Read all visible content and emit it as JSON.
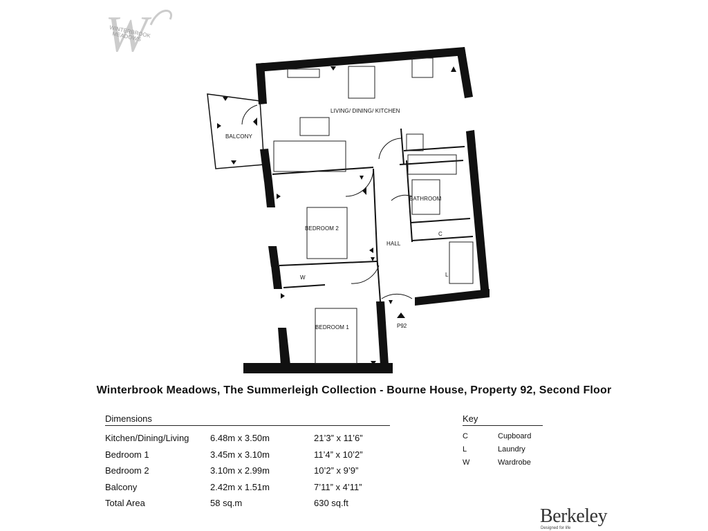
{
  "logo": {
    "line1": "WINTERBROOK",
    "line2": "MEADOWS"
  },
  "rooms": {
    "living": "LIVING/ DINING/ KITCHEN",
    "balcony": "BALCONY",
    "bathroom": "BATHROOM",
    "bedroom2": "BEDROOM 2",
    "bedroom1": "BEDROOM 1",
    "hall": "HALL",
    "cupboard": "C",
    "laundry": "L",
    "wardrobe": "W",
    "entrance": "P92"
  },
  "caption": "Winterbrook Meadows, The Summerleigh Collection - Bourne House, Property 92, Second Floor",
  "dimensions": {
    "heading": "Dimensions",
    "rows": [
      {
        "room": "Kitchen/Dining/Living",
        "metric": "6.48m x 3.50m",
        "imperial": "21’3” x 11’6”"
      },
      {
        "room": "Bedroom 1",
        "metric": "3.45m x 3.10m",
        "imperial": "11’4” x 10’2”"
      },
      {
        "room": "Bedroom 2",
        "metric": "3.10m x 2.99m",
        "imperial": "10’2” x 9’9”"
      },
      {
        "room": "Balcony",
        "metric": "2.42m x 1.51m",
        "imperial": "7’11” x 4’11”"
      },
      {
        "room": "Total Area",
        "metric": "58 sq.m",
        "imperial": "630 sq.ft"
      }
    ]
  },
  "key": {
    "heading": "Key",
    "items": [
      {
        "abbr": "C",
        "label": "Cupboard"
      },
      {
        "abbr": "L",
        "label": "Laundry"
      },
      {
        "abbr": "W",
        "label": "Wardrobe"
      }
    ]
  },
  "brand": {
    "name": "Berkeley",
    "tagline": "Designed for life"
  },
  "colors": {
    "walls": "#111111",
    "logo": "#c9c9c9",
    "text": "#111111"
  }
}
